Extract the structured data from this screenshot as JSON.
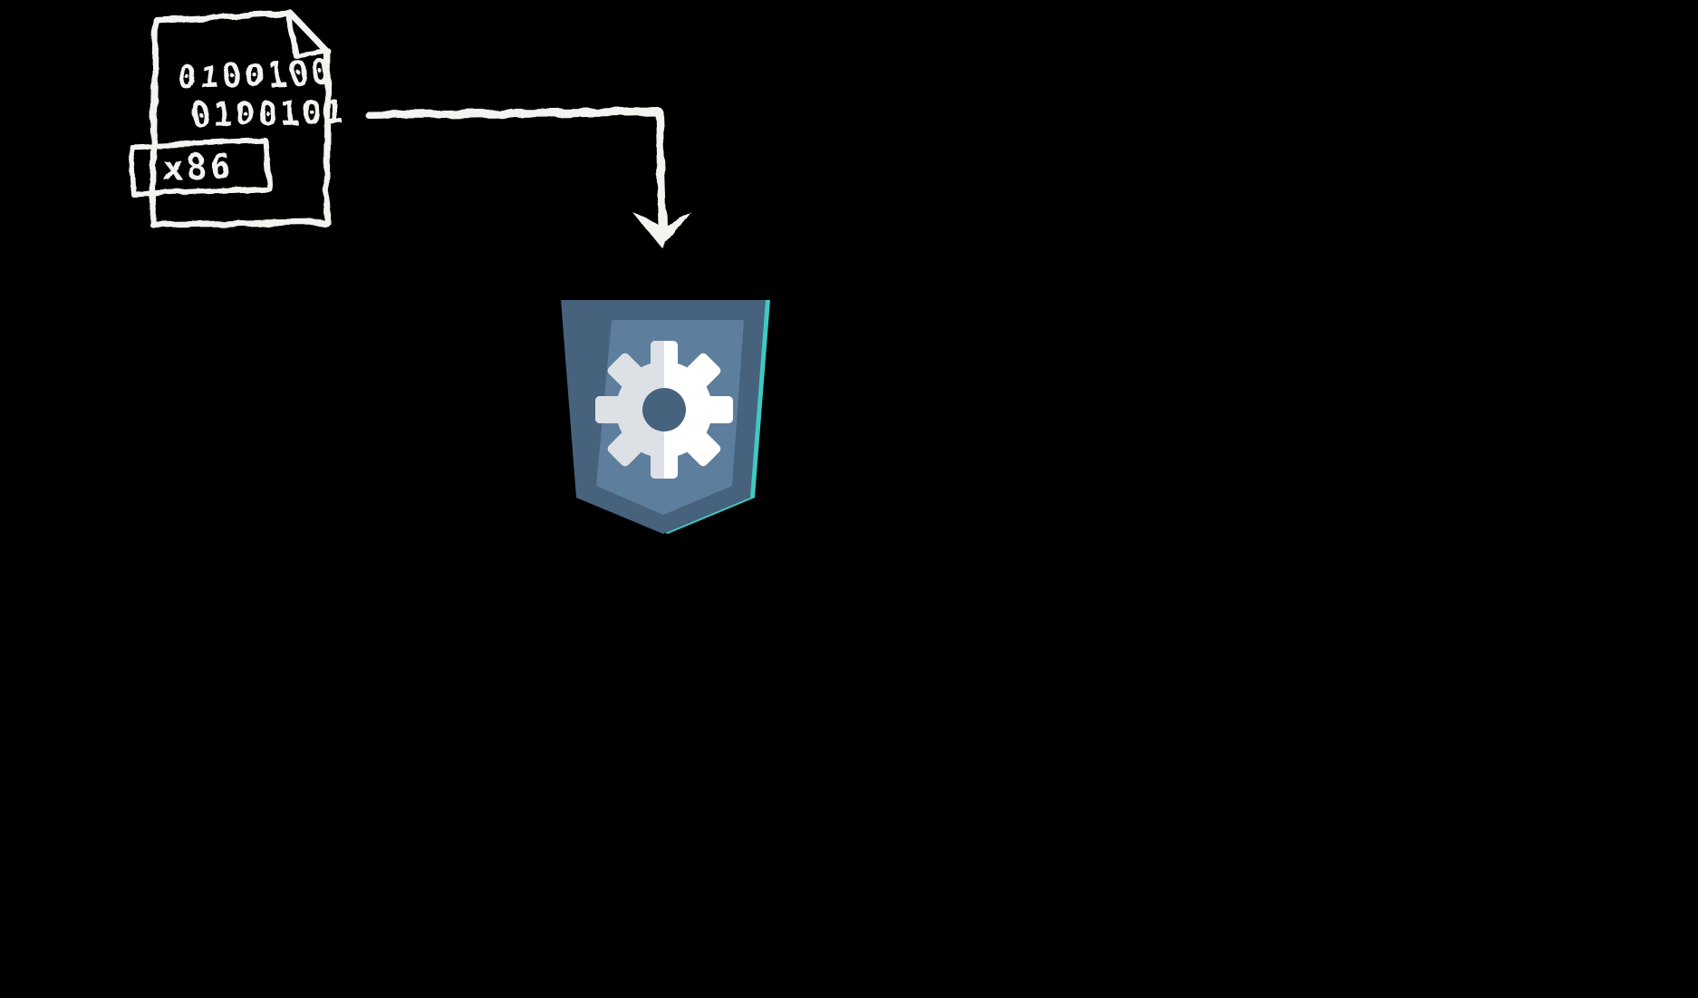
{
  "diagram": {
    "description": "Hand-drawn binary file labeled x86 with arrow feeding into a compiler / engine shield badge with gear"
  },
  "sketch": {
    "binary_line1": "0100100",
    "binary_line2": "0100101",
    "label": "x86",
    "stroke_color": "#f3f3f0"
  },
  "shield": {
    "outer_color": "#47627d",
    "inner_color": "#5e7e9d",
    "accent_color": "#3fc9c3",
    "gear_color": "#ffffff",
    "gear_shade_color": "#dde1e6",
    "hub_color": "#46627d"
  },
  "background_color": "#000000"
}
